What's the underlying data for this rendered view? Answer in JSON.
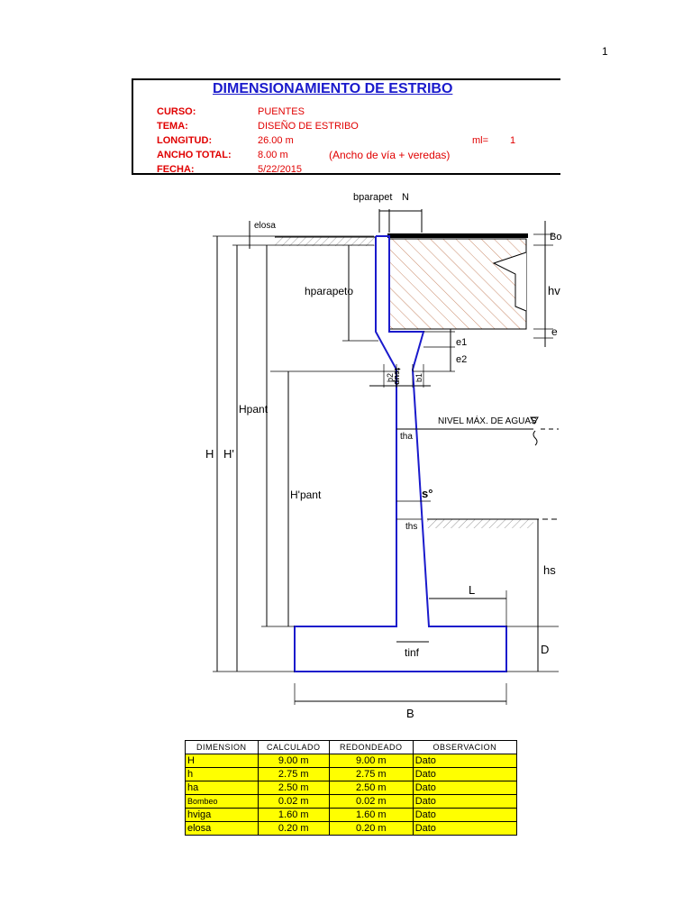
{
  "page_number": "1",
  "title": "DIMENSIONAMIENTO DE ESTRIBO",
  "info": {
    "curso_label": "CURSO:",
    "curso": "PUENTES",
    "tema_label": "TEMA:",
    "tema": "DISEÑO DE ESTRIBO",
    "longitud_label": "LONGITUD:",
    "longitud": "26.00 m",
    "ml_label": "ml=",
    "ml": "1",
    "ancho_label": "ANCHO TOTAL:",
    "ancho": "8.00 m",
    "ancho_note": "(Ancho de vía + veredas)",
    "fecha_label": "FECHA:",
    "fecha": "5/22/2015"
  },
  "drawing": {
    "b_parapet": "bparapet",
    "n": "N",
    "e_losa": "elosa",
    "bo": "Bo",
    "h_parapeto": "hparapeto",
    "hv": "hv",
    "e": "e",
    "e1": "e1",
    "e2": "e2",
    "b2": "b2",
    "t_sup": "tsup",
    "b1": "b1",
    "h_pant": "Hpant",
    "h": "H",
    "h_prime": "H'",
    "h_prime_pant": "H'pant",
    "nivel": "NIVEL MÁX. DE AGUAS",
    "t_ha": "tha",
    "s_deg": "s°",
    "t_hs": "ths",
    "hs": "hs",
    "l": "L",
    "d": "D",
    "t_inf": "tinf",
    "b": "B"
  },
  "table": {
    "headers": [
      "DIMENSION",
      "CALCULADO",
      "REDONDEADO",
      "OBSERVACION"
    ],
    "rows": [
      {
        "dim": "H",
        "calc": "9.00 m",
        "round": "9.00 m",
        "obs": "Dato"
      },
      {
        "dim": "h",
        "calc": "2.75 m",
        "round": "2.75 m",
        "obs": "Dato"
      },
      {
        "dim": "ha",
        "calc": "2.50 m",
        "round": "2.50 m",
        "obs": "Dato"
      },
      {
        "dim": "Bombeo",
        "calc": "0.02 m",
        "round": "0.02 m",
        "obs": "Dato"
      },
      {
        "dim": "hviga",
        "calc": "1.60 m",
        "round": "1.60 m",
        "obs": "Dato"
      },
      {
        "dim": "elosa",
        "calc": "0.20 m",
        "round": "0.20 m",
        "obs": "Dato"
      }
    ]
  },
  "colors": {
    "title": "#1a1acc",
    "labels": "#e00000",
    "wall": "#1a1acc",
    "highlight": "#ffff00"
  }
}
